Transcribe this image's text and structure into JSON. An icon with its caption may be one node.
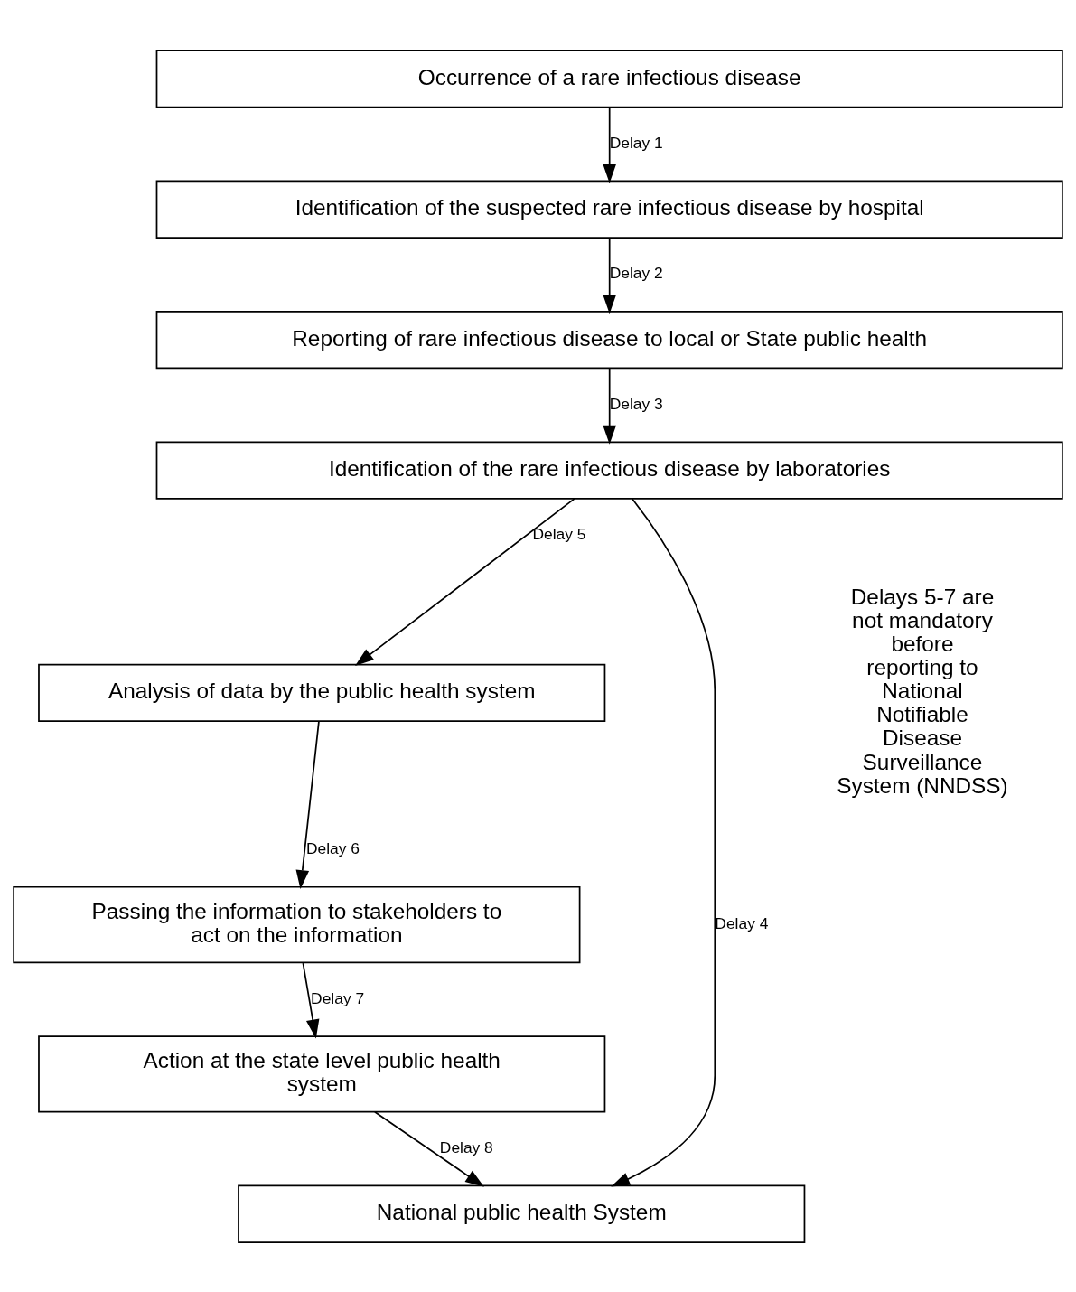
{
  "diagram": {
    "nodes": [
      {
        "text": [
          "Occurrence of a rare infectious disease"
        ]
      },
      {
        "text": [
          "Identification of the suspected rare infectious disease by hospital"
        ]
      },
      {
        "text": [
          "Reporting of rare infectious disease to local or State public health"
        ]
      },
      {
        "text": [
          "Identification of the rare infectious disease by laboratories"
        ]
      },
      {
        "text": [
          "Analysis of data by the public health system"
        ]
      },
      {
        "text": [
          "Passing the information to stakeholders to act on the information"
        ]
      },
      {
        "text": [
          "Action at the state level public health system"
        ]
      },
      {
        "text": [
          "National public health System"
        ]
      }
    ],
    "edges": [
      {
        "from": 0,
        "to": 1,
        "arrow": "to",
        "label": "Delay 1"
      },
      {
        "from": 1,
        "to": 2,
        "arrow": "to",
        "label": "Delay 2"
      },
      {
        "from": 2,
        "to": 3,
        "arrow": "to",
        "label": "Delay 3"
      },
      {
        "from": 3,
        "to": 7,
        "arrow": "to",
        "label": "Delay 4"
      },
      {
        "from": 3,
        "to": 4,
        "arrow": "to",
        "label": "Delay 5"
      },
      {
        "from": 4,
        "to": 5,
        "arrow": "to",
        "label": "Delay 6"
      },
      {
        "from": 5,
        "to": 6,
        "arrow": "to",
        "label": "Delay 7"
      },
      {
        "from": 6,
        "to": 7,
        "arrow": "to",
        "label": "Delay 8"
      }
    ],
    "labels": [
      "Delays 5-7 are not mandatory before reporting to National Notifiable Disease Surveillance System (NNDSS)"
    ]
  }
}
